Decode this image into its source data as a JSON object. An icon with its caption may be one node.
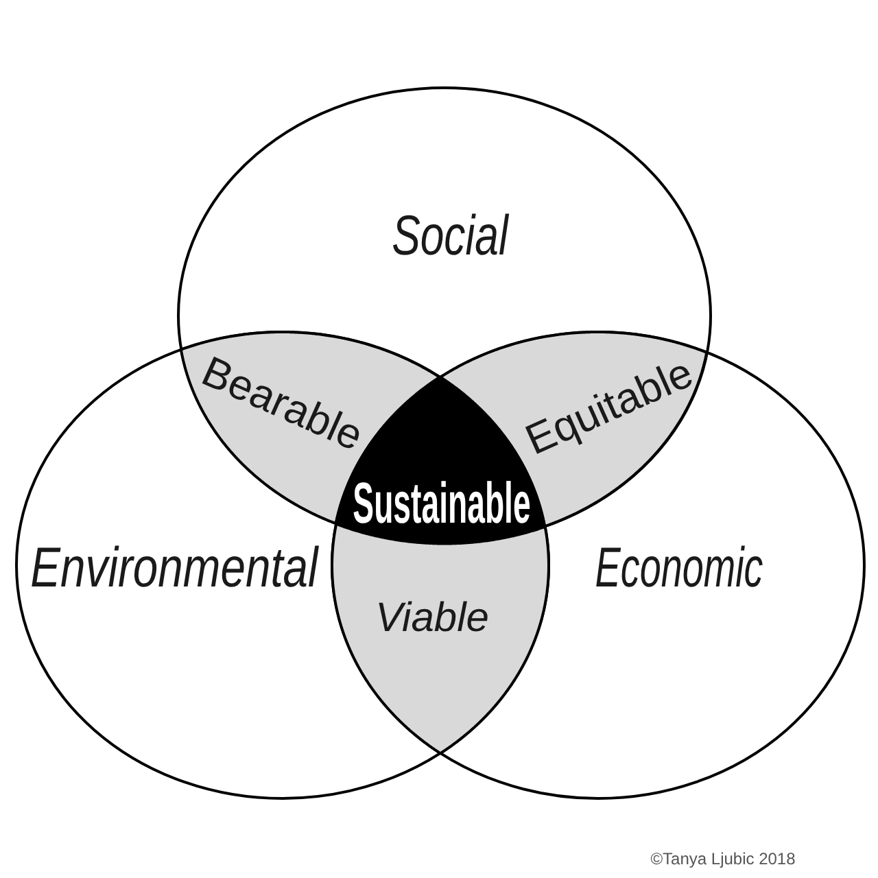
{
  "diagram": {
    "nodes": [
      {
        "text": [
          "Social"
        ]
      },
      {
        "text": [
          "Environmental"
        ]
      },
      {
        "text": [
          "Economic"
        ]
      },
      {
        "text": [
          "Bearable"
        ]
      },
      {
        "text": [
          "Equitable"
        ]
      },
      {
        "text": [
          "Sustainable"
        ]
      },
      {
        "text": [
          "Viable"
        ]
      }
    ],
    "labels": [
      "©Tanya Ljubic 2018"
    ]
  }
}
